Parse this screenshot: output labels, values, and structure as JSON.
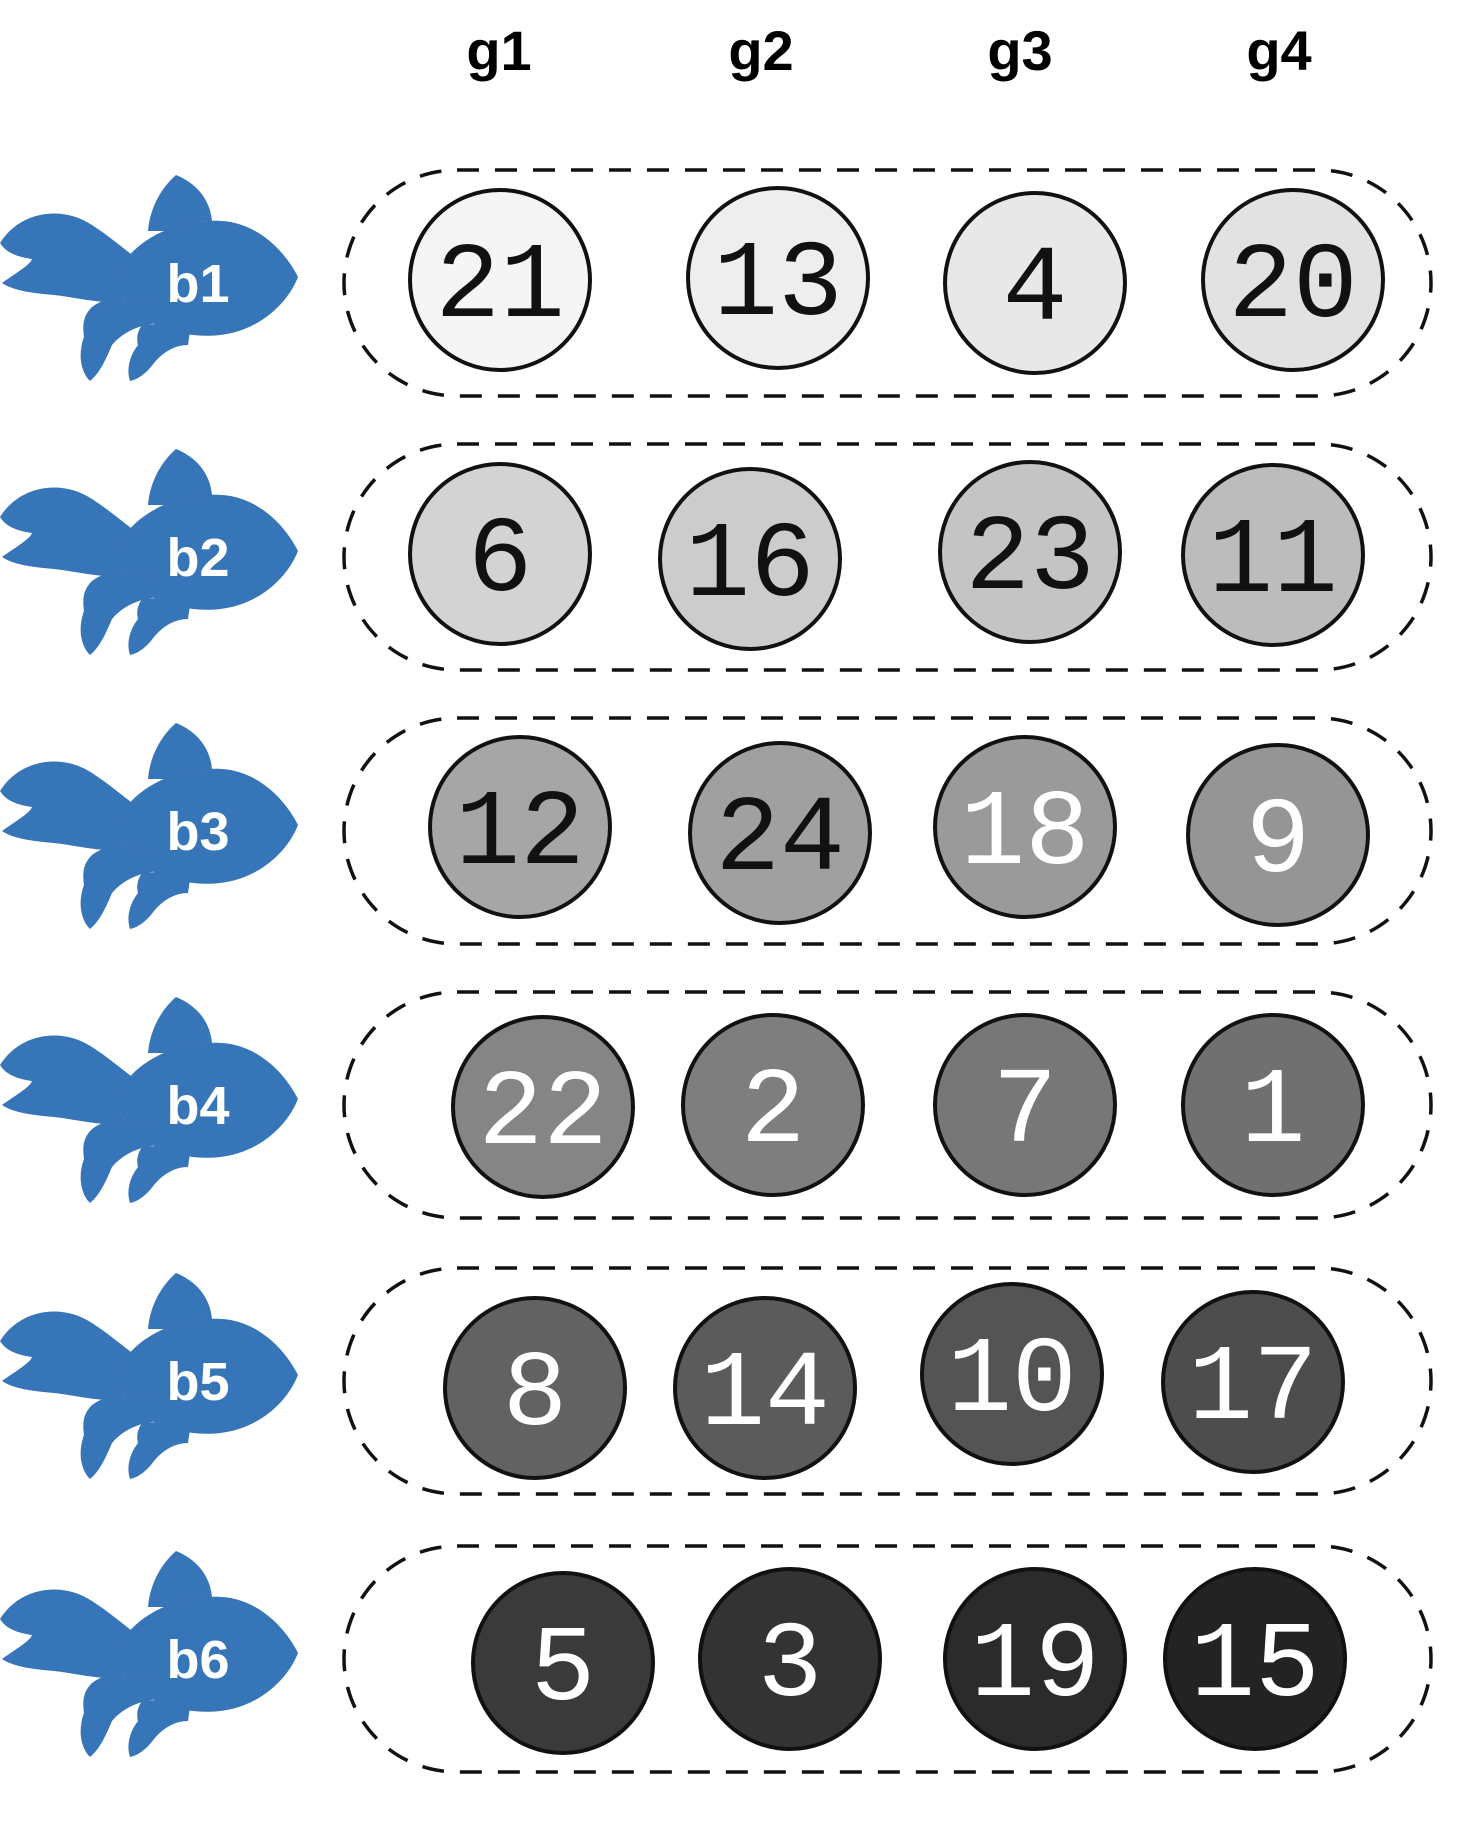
{
  "columns": [
    "g1",
    "g2",
    "g3",
    "g4"
  ],
  "fish_color": "#3775b9",
  "rows": [
    {
      "label": "b1",
      "balls": [
        {
          "value": "21",
          "fill": "#f5f5f5",
          "text_color": "#111111"
        },
        {
          "value": "13",
          "fill": "#eeeeee",
          "text_color": "#111111"
        },
        {
          "value": "4",
          "fill": "#e8e8e8",
          "text_color": "#111111"
        },
        {
          "value": "20",
          "fill": "#e2e2e2",
          "text_color": "#111111"
        }
      ]
    },
    {
      "label": "b2",
      "balls": [
        {
          "value": "6",
          "fill": "#d3d3d3",
          "text_color": "#111111"
        },
        {
          "value": "16",
          "fill": "#cccccc",
          "text_color": "#111111"
        },
        {
          "value": "23",
          "fill": "#c4c4c4",
          "text_color": "#111111"
        },
        {
          "value": "11",
          "fill": "#bcbcbc",
          "text_color": "#111111"
        }
      ]
    },
    {
      "label": "b3",
      "balls": [
        {
          "value": "12",
          "fill": "#a6a6a6",
          "text_color": "#111111"
        },
        {
          "value": "24",
          "fill": "#a0a0a0",
          "text_color": "#111111"
        },
        {
          "value": "18",
          "fill": "#9a9a9a",
          "text_color": "#ffffff"
        },
        {
          "value": "9",
          "fill": "#959595",
          "text_color": "#ffffff"
        }
      ]
    },
    {
      "label": "b4",
      "balls": [
        {
          "value": "22",
          "fill": "#858585",
          "text_color": "#ffffff"
        },
        {
          "value": "2",
          "fill": "#7e7e7e",
          "text_color": "#ffffff"
        },
        {
          "value": "7",
          "fill": "#777777",
          "text_color": "#ffffff"
        },
        {
          "value": "1",
          "fill": "#707070",
          "text_color": "#ffffff"
        }
      ]
    },
    {
      "label": "b5",
      "balls": [
        {
          "value": "8",
          "fill": "#626262",
          "text_color": "#ffffff"
        },
        {
          "value": "14",
          "fill": "#5b5b5b",
          "text_color": "#ffffff"
        },
        {
          "value": "10",
          "fill": "#545454",
          "text_color": "#ffffff"
        },
        {
          "value": "17",
          "fill": "#4d4d4d",
          "text_color": "#ffffff"
        }
      ]
    },
    {
      "label": "b6",
      "balls": [
        {
          "value": "5",
          "fill": "#3a3a3a",
          "text_color": "#ffffff"
        },
        {
          "value": "3",
          "fill": "#333333",
          "text_color": "#ffffff"
        },
        {
          "value": "19",
          "fill": "#2b2b2b",
          "text_color": "#ffffff"
        },
        {
          "value": "15",
          "fill": "#232323",
          "text_color": "#ffffff"
        }
      ]
    }
  ]
}
